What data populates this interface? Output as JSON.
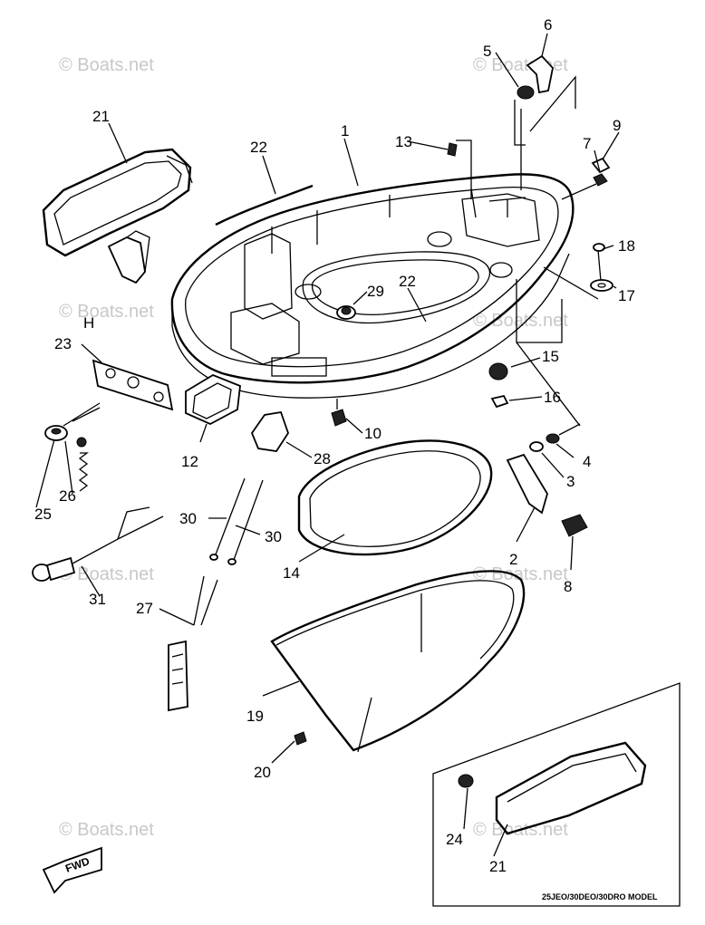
{
  "watermarks": [
    "© Boats.net",
    "© Boats.net",
    "© Boats.net",
    "© Boats.net",
    "© Boats.net",
    "© Boats.net",
    "© Boats.net",
    "© Boats.net"
  ],
  "parts": {
    "p1": "1",
    "p2": "2",
    "p3": "3",
    "p4": "4",
    "p5": "5",
    "p6": "6",
    "p7": "7",
    "p8": "8",
    "p9": "9",
    "p10": "10",
    "p12": "12",
    "p13": "13",
    "p14": "14",
    "p15": "15",
    "p16": "16",
    "p17": "17",
    "p18": "18",
    "p19": "19",
    "p20": "20",
    "p21a": "21",
    "p21b": "21",
    "p22a": "22",
    "p22b": "22",
    "p23": "23",
    "p24": "24",
    "p25": "25",
    "p26": "26",
    "p27": "27",
    "p28": "28",
    "p29": "29",
    "p30a": "30",
    "p30b": "30",
    "p31": "31"
  },
  "stray_mark": "H",
  "inset_model": "25JEO/30DEO/30DRO MODEL",
  "fwd": "FWD"
}
